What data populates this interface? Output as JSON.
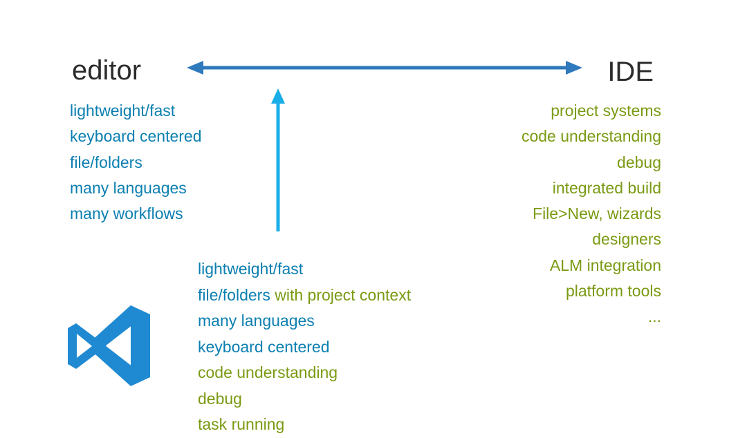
{
  "titles": {
    "editor": "editor",
    "ide": "IDE"
  },
  "editor_features": [
    "lightweight/fast",
    "keyboard centered",
    "file/folders",
    "many languages",
    "many workflows"
  ],
  "ide_features": [
    "project systems",
    "code understanding",
    "debug",
    "integrated build",
    "File>New, wizards",
    "designers",
    "ALM integration",
    "platform tools",
    "..."
  ],
  "vscode_features": [
    {
      "parts": [
        {
          "text": "lightweight/fast",
          "color": "blue"
        }
      ]
    },
    {
      "parts": [
        {
          "text": "file/folders",
          "color": "blue"
        },
        {
          "text": " with project context",
          "color": "green"
        }
      ]
    },
    {
      "parts": [
        {
          "text": "many languages",
          "color": "blue"
        }
      ]
    },
    {
      "parts": [
        {
          "text": "keyboard centered",
          "color": "blue"
        }
      ]
    },
    {
      "parts": [
        {
          "text": "code understanding",
          "color": "green"
        }
      ]
    },
    {
      "parts": [
        {
          "text": "debug",
          "color": "green"
        }
      ]
    },
    {
      "parts": [
        {
          "text": "task running",
          "color": "green"
        }
      ]
    }
  ],
  "colors": {
    "editor_text": "#0b7fb1",
    "ide_text": "#7a9a12",
    "spectrum_arrow": "#2f79bd",
    "vertical_arrow": "#1aaee8",
    "logo_blue": "#1f8ad2",
    "title_text": "#2b2b2b"
  },
  "icons": {
    "logo": "visual-studio-code-logo-icon"
  }
}
